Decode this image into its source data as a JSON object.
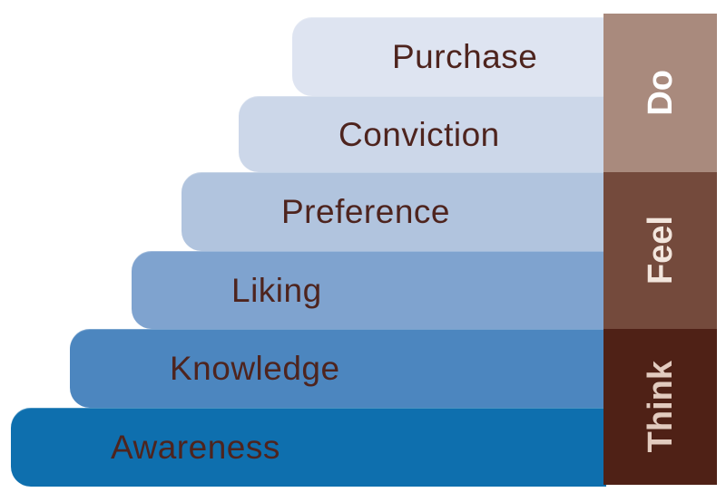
{
  "diagram": {
    "stage_label_color": "#4e241e",
    "stages": [
      {
        "label": "Purchase",
        "color": "#dee4f1"
      },
      {
        "label": "Conviction",
        "color": "#ccd7e9"
      },
      {
        "label": "Preference",
        "color": "#b1c4de"
      },
      {
        "label": "Liking",
        "color": "#7fa3cf"
      },
      {
        "label": "Knowledge",
        "color": "#4c86bf"
      },
      {
        "label": "Awareness",
        "color": "#0e6fae"
      }
    ],
    "phases": [
      {
        "label": "Do",
        "color": "#a98a7d",
        "label_color": "#ffffff"
      },
      {
        "label": "Feel",
        "color": "#744a3c",
        "label_color": "#f2e5dc"
      },
      {
        "label": "Think",
        "color": "#4f2116",
        "label_color": "#e2cbbf"
      }
    ]
  }
}
